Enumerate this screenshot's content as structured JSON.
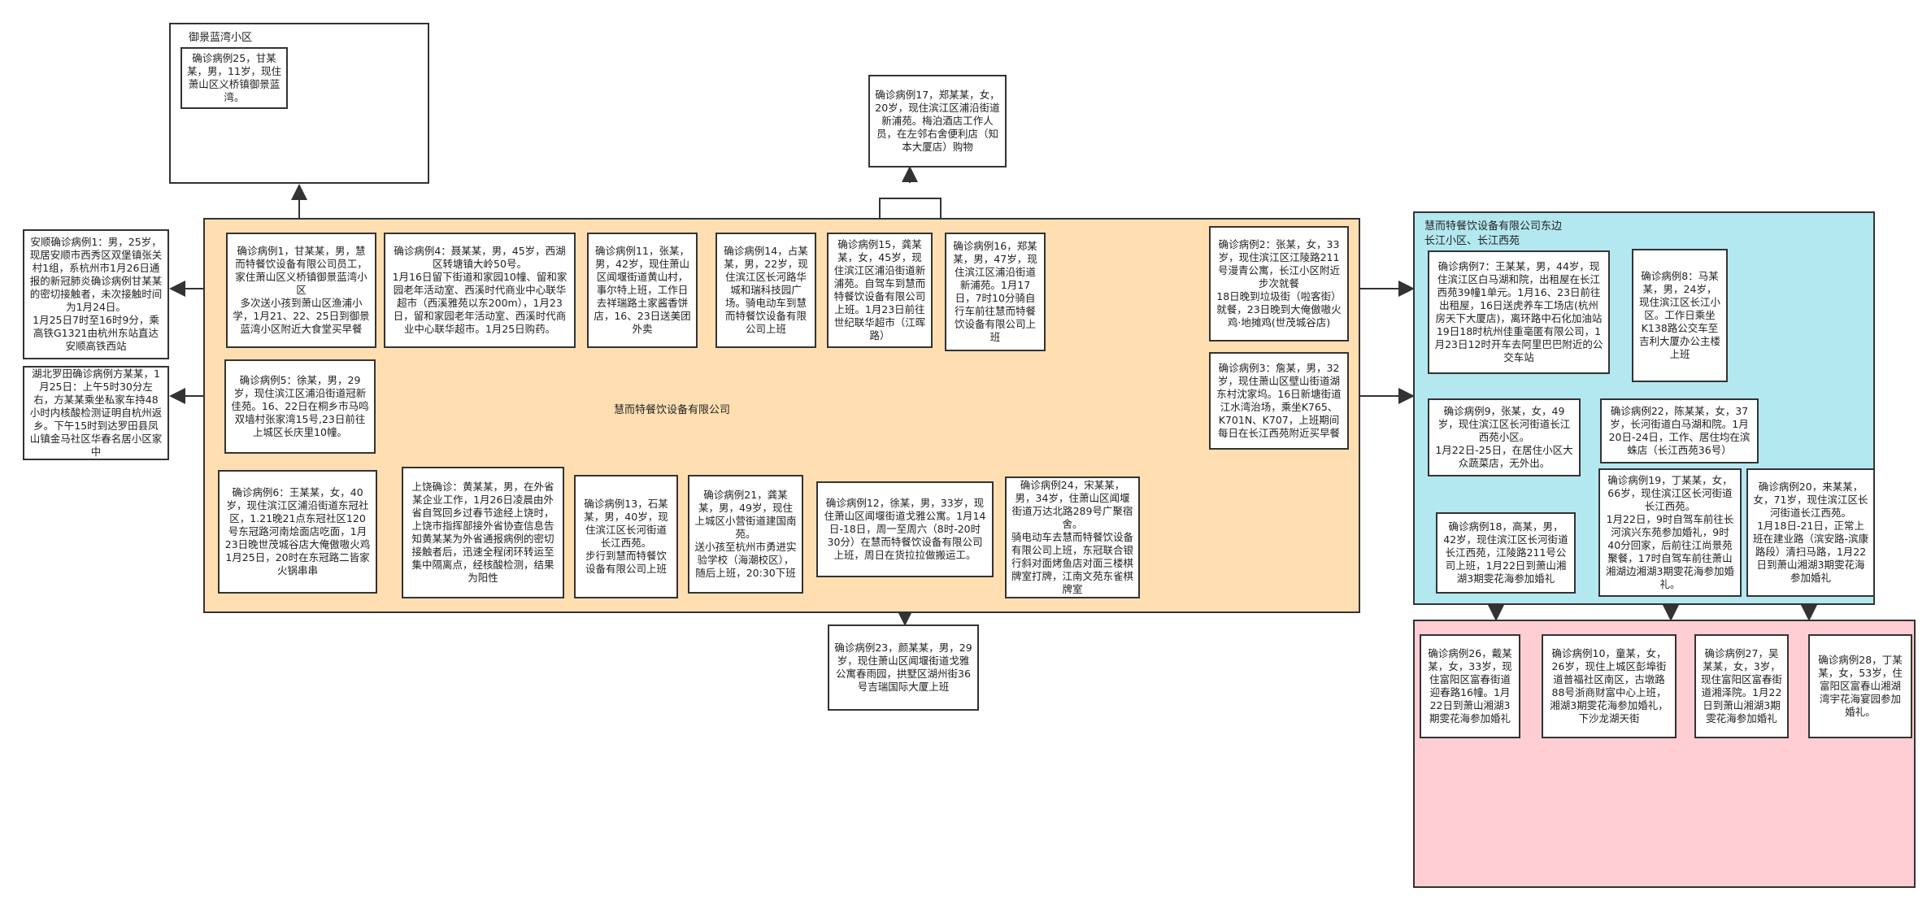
{
  "colors": {
    "company_fill": "#ffdfb2",
    "east_fill": "#b3e8f0",
    "pink_fill": "#ffcdd4",
    "stroke": "#333333"
  },
  "regions": {
    "yujing": "御景蓝湾小区",
    "company": "慧而特餐饮设备有限公司",
    "east": "慧而特餐饮设备有限公司东边\n长江小区、长江西苑"
  },
  "cases": {
    "c25": "确诊病例25，甘某某，男，11岁，现住萧山区义桥镇御景蓝湾。",
    "c17": "确诊病例17，郑某某，女，20岁，现住滨江区浦沿街道新浦苑。梅泊酒店工作人员，在左邻右舍便利店（知本大厦店）购物",
    "c_anshun": "安顺确诊病例1：男，25岁，现居安顺市西秀区双堡镇张关村1组，系杭州市1月26日通报的新冠肺炎确诊病例甘某某的密切接触者，未次接触时间为1月24日。\n1月25日7时至16时9分，乘高铁G1321由杭州东站直达安顺高铁西站",
    "c_hubei": "湖北罗田确诊病例方某某，1月25日：上午5时30分左右，方某某乘坐私家车持48小时内核酸检测证明自杭州返乡。下午15时到达罗田县凤山镇金马社区华春名居小区家中",
    "c1": "确诊病例1，甘某某，男，慧而特餐饮设备有限公司员工，家住萧山区义桥镇御景蓝湾小区\n多次送小孩到萧山区渔浦小学，1月21、22、25日到御景蓝湾小区附近大食堂买早餐",
    "c4": "确诊病例4：聂某某，男，45岁，西湖区转塘镇大岭50号。\n1月16日留下街道和家园10幢、留和家园老年活动室、西溪时代商业中心联华超市（西溪雅苑以东200m），1月23日，留和家园老年活动室、西溪时代商业中心联华超市。1月25日购药。",
    "c11": "确诊病例11，张某，男，42岁，现住萧山区闻堰街道黄山村，事尔特上班，工作日去祥瑞路土家酱香饼店，16、23日送美团外卖",
    "c14": "确诊病例14，占某某，男，22岁，现住滨江区长河路华城和瑞科技园广场。骑电动车到慧而特餐饮设备有限公司上班",
    "c15": "确诊病例15，龚某某，女，45岁，现住滨江区浦沿街道新浦苑。自驾车到慧而特餐饮设备有限公司上班。1月23日前往世纪联华超市（江晖路）",
    "c16": "确诊病例16，郑某某，男，47岁，现住滨江区浦沿街道新浦苑。1月17日，7时10分骑自行车前往慧而特餐饮设备有限公司上班",
    "c2": "确诊病例2：张某，女，33岁，现住滨江区江陵路211号漫青公寓，长江小区附近步次就餐\n18日晚到垃圾街（啦客街）就餐，23日晚到大俺傲嗷火鸡·地摊鸡(世茂城谷店)",
    "c3": "确诊病例3：詹某，男，32岁，现住萧山区壁山街道湖东村沈家坞。16日新塘街道江水湾治场，乘坐K765、K701N、K707，上班期间每日在长江西苑附近买早餐",
    "c5": "确诊病例5：徐某，男，29岁，现住滨江区浦沿街道冠新佳苑。16、22日在桐乡市马鸣双墙村张家湾15号,23日前往上城区长庆里10幢。",
    "c6": "确诊病例6：王某某，女，40岁，现住滨江区浦沿街道东冠社区，1.21晚21点东冠社区120号东冠路河南烩面店吃面，1月23日晚世茂城谷店大俺傲嗷火鸡\n1月25日，20时在东冠路二皆家火锅串串",
    "c_shangrao": "上饶确诊：黄某某，男，在外省某企业工作，1月26日凌晨由外省自驾回乡过春节途经上饶时，上饶市指挥部接外省协查信息告知黄某某为外省通报病例的密切接触者后，迅速全程闭环转运至集中隔离点，经核酸检测，结果为阳性",
    "c13": "确诊病例13，石某某，男，40岁，现住滨江区长河街道长江西苑。\n步行到慧而特餐饮设备有限公司上班",
    "c21": "确诊病例21，龚某某，男，49岁，现住上城区小营街道建国南苑。\n送小孩至杭州市勇进实验学校（海潮校区），随后上班，20:30下班",
    "c12": "确诊病例12，徐某，男，33岁，现住萧山区闻堰街道戈雅公寓。1月14日-18日，周一至周六（8时-20时30分）在慧而特餐饮设备有限公司上班，周日在货拉拉做搬运工。",
    "c24": "确诊病例24，宋某某，男，34岁，住萧山区闻堰街道万达北路289号广聚宿舍。\n骑电动车去慧而特餐饮设备有限公司上班，东冠联合银行斜对面烤鱼店对面三楼棋牌室打牌，江南文苑东雀棋牌室",
    "c23": "确诊病例23，颜某某，男，29岁，现住萧山区闻堰街道戈雅公寓春雨园，拱墅区湖州街36号吉瑞国际大厦上班",
    "c7": "确诊病例7：王某某，男，44岁，现住滨江区白马湖和院，出租屋在长江西苑39幢1单元。1月16、23日前往出租屋，16日送虎养车工场店(杭州房天下大厦店)，离环路中石化加油站\n19日18时杭州佳重毫匿有限公司，1月23日12时开车去阿里巴巴附近的公交车站",
    "c8": "确诊病例8：马某某，男，24岁，现住滨江区长江小区。工作日乘坐K138路公交车至吉利大厦办公主楼上班",
    "c9": "确诊病例9，张某，女，49岁，现住滨江区长河街道长江西苑小区。\n1月22日-25日，在居住小区大众蔬菜店，无外出。",
    "c22": "确诊病例22，陈某某，女，37岁，长河街道白马湖和院。1月20日-24日，工作、居住均在滨蛛店（长江西苑36号）",
    "c18": "确诊病例18，高某，男，42岁，现住滨江区长河街道长江西苑，江陵路211号公司上班，1月22日到萧山湘湖3期雯花海参加婚礼",
    "c19": "确诊病例19，丁某某，女，66岁，现住滨江区长河街道长江西苑。\n1月22日，9时自驾车前往长河滨兴东苑参加婚礼，9时40分回家，后前往江尚景苑聚餐，17时自驾车前往萧山湘湖边湘湖3期雯花海参加婚礼。",
    "c20": "确诊病例20，来某某，女，71岁，现住滨江区长河街道长江西苑。\n1月18日-21日，正常上班在建业路（滨安路-滨康路段）清扫马路，1月22日到萧山湘湖3期雯花海参加婚礼",
    "c26": "确诊病例26，戴某某，女，33岁，现住富阳区富春街道迎春路16幢。1月22日到萧山湘湖3期雯花海参加婚礼",
    "c10": "确诊病例10，童某，女，26岁，现住上城区彭埠街道普福社区南区，古墩路88号浙商财富中心上班，湘湖3期雯花海参加婚礼，下沙龙湖天街",
    "c27": "确诊病例27，吴某某，女，3岁，现住富阳区富春街道湘泽院。1月22日到萧山湘湖3期雯花海参加婚礼",
    "c28": "确诊病例28，丁某某，女，53岁，住富阳区富春山湘湖湾宇花海宴园参加婚礼。"
  }
}
